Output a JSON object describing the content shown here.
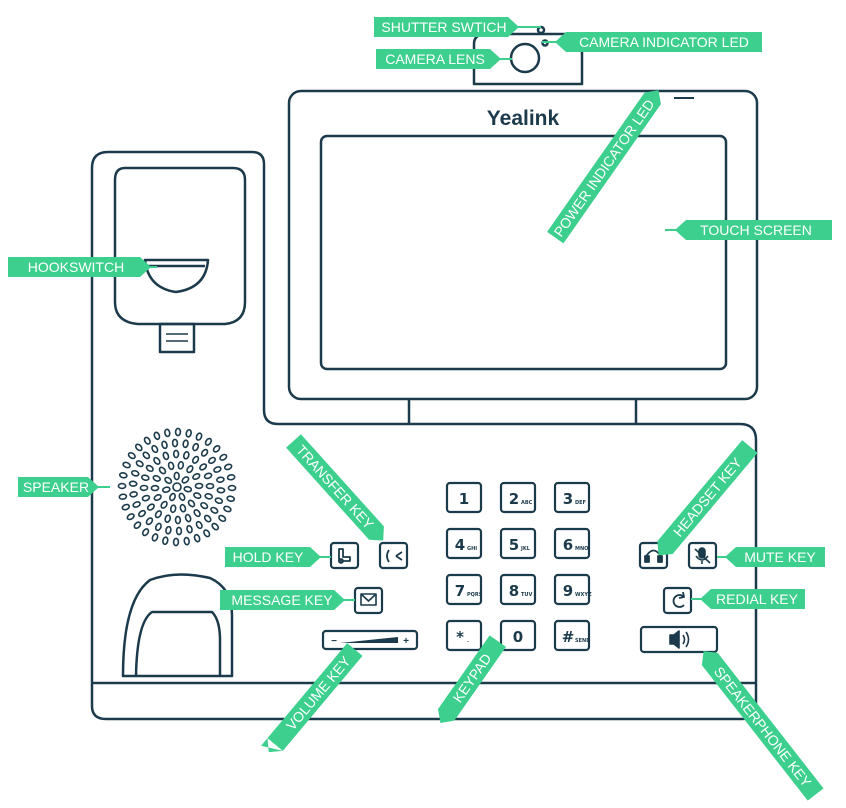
{
  "brand": "Yealink",
  "colors": {
    "callout": "#3ccf8e",
    "outline": "#1b3a4b",
    "background": "#ffffff"
  },
  "labels": {
    "shutter_switch": "SHUTTER SWTICH",
    "camera_lens": "CAMERA LENS",
    "camera_indicator_led": "CAMERA INDICATOR LED",
    "power_indicator_led": "POWER INDICATOR LED",
    "touch_screen": "TOUCH SCREEN",
    "hookswitch": "HOOKSWITCH",
    "speaker": "SPEAKER",
    "transfer_key": "TRANSFER KEY",
    "hold_key": "HOLD KEY",
    "message_key": "MESSAGE KEY",
    "volume_key": "VOLUME KEY",
    "keypad": "KEYPAD",
    "headset_key": "HEADSET KEY",
    "mute_key": "MUTE KEY",
    "redial_key": "REDIAL KEY",
    "speakerphone_key": "SPEAKERPHONE KEY"
  },
  "keypad": [
    {
      "num": "1",
      "sub": ""
    },
    {
      "num": "2",
      "sub": "ABC"
    },
    {
      "num": "3",
      "sub": "DEF"
    },
    {
      "num": "4",
      "sub": "GHI"
    },
    {
      "num": "5",
      "sub": "JKL"
    },
    {
      "num": "6",
      "sub": "MNO"
    },
    {
      "num": "7",
      "sub": "PQRS"
    },
    {
      "num": "8",
      "sub": "TUV"
    },
    {
      "num": "9",
      "sub": "WXYZ"
    },
    {
      "num": "*",
      "sub": "."
    },
    {
      "num": "0",
      "sub": ""
    },
    {
      "num": "#",
      "sub": "SEND"
    }
  ],
  "volume": {
    "minus": "−",
    "plus": "+"
  },
  "icons": {
    "hold": "hold-icon",
    "transfer": "transfer-icon",
    "message": "envelope-icon",
    "headset": "headset-icon",
    "mute": "mic-mute-icon",
    "redial": "redial-icon",
    "speakerphone": "speaker-icon"
  }
}
